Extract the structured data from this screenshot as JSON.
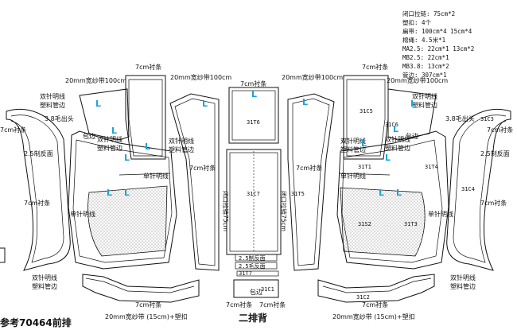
{
  "notes": {
    "lines": [
      "闭口拉链: 75cm*2",
      "塑扣: 4个",
      "扁带: 100cm*4  15cm*4",
      "棉绳: 4.5米*1",
      "MA2.5: 22cm*1  13cm*2",
      "MB2.5: 22cm*1",
      "MB3.8: 13cm*2",
      "管边: 307cm*1"
    ]
  },
  "labels": {
    "webbing_100": "20mm宽纱带100cm",
    "strip_7": "7cm衬条",
    "double_stitch": "双针明线",
    "plastic_pipe": "塑料管边",
    "binding": "包边",
    "overhang": "3.8毛出头",
    "single_stitch": "单针明线",
    "reverse_side": "2.5制反面",
    "strip_7_vertical": "7cm衬条",
    "single_stitch_vertical": "单针明线",
    "mouth_piping": "闭口拉链75cm",
    "webbing_15_buckle": "20mm宽纱带 (15cm)+塑扣",
    "code_reverse": "2.5制反面",
    "code_reverse2": "2.5毛反面",
    "bag_edge": "包边"
  },
  "pieces": {
    "t6": "31T6",
    "c7": "31C7",
    "t5": "31T5",
    "c5": "31C5",
    "c6": "31C6",
    "t1": "31T1",
    "t4": "31T4",
    "c4": "31C4",
    "s2": "31S2",
    "t3": "31T3",
    "c3": "31C3",
    "c2": "31C2",
    "c1": "31C1",
    "t7": "31T7"
  },
  "marks": {
    "L": "L"
  },
  "footer": {
    "left": "参考70464前排",
    "center": "二排背"
  }
}
